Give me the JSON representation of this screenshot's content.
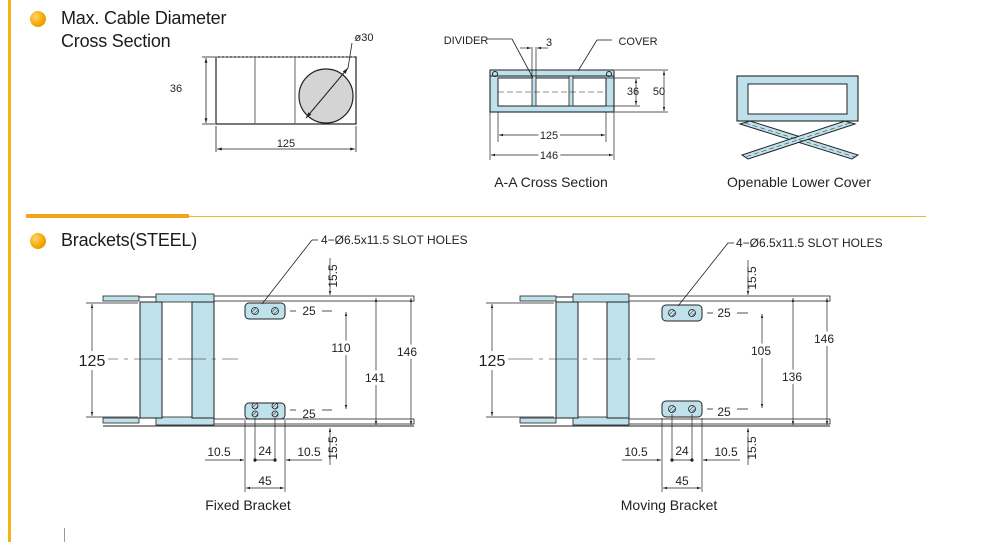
{
  "sections": [
    {
      "title_line1": "Max. Cable Diameter",
      "title_line2": "Cross Section"
    },
    {
      "title_line1": "Brackets(STEEL)",
      "title_line2": ""
    }
  ],
  "cable_diameter": {
    "dia": "ø30",
    "height": "36",
    "width": "125"
  },
  "aa_section": {
    "divider": "DIVIDER",
    "cover": "COVER",
    "thickness": "3",
    "inner_h": "36",
    "outer_h": "50",
    "inner_w": "125",
    "outer_w": "146",
    "caption": "A-A Cross Section"
  },
  "lower_cover": {
    "caption": "Openable Lower Cover"
  },
  "fixed_bracket": {
    "slot_note": "4−Ø6.5x11.5 SLOT HOLES",
    "width": "125",
    "top_offset": "15.5",
    "hole_w": "25",
    "hole_w2": "25",
    "pitch": "110",
    "outer": "141",
    "total": "146",
    "bottom_offset": "15.5",
    "left_margin": "10.5",
    "hole_gap": "24",
    "right_margin": "10.5",
    "plate_w": "45",
    "caption": "Fixed Bracket"
  },
  "moving_bracket": {
    "slot_note": "4−Ø6.5x11.5 SLOT HOLES",
    "width": "125",
    "top_offset": "15.5",
    "hole_w": "25",
    "hole_w2": "25",
    "pitch": "105",
    "outer": "136",
    "total": "146",
    "bottom_offset": "15.5",
    "left_margin": "10.5",
    "hole_gap": "24",
    "right_margin": "10.5",
    "plate_w": "45",
    "caption": "Moving Bracket"
  },
  "colors": {
    "accent": "#f2a51a",
    "part_fill": "#bfe1ec",
    "line": "#222222"
  }
}
